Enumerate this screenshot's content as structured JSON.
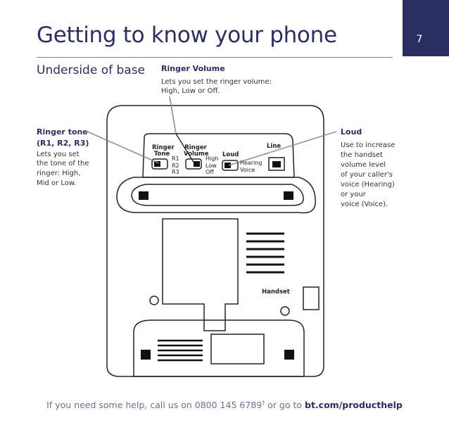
{
  "page": {
    "number": "7",
    "title": "Getting to know your phone",
    "section": "Underside of base"
  },
  "callouts": {
    "ringer_volume": {
      "title": "Ringer Volume",
      "text_line1": "Lets you set the ringer volume:",
      "text_line2": "High, Low or Off."
    },
    "ringer_tone": {
      "title_line1": "Ringer tone",
      "title_line2": "(R1, R2, R3)",
      "text": [
        "Lets you set",
        "the tone of the",
        "ringer: High,",
        "Mid or Low."
      ]
    },
    "loud": {
      "title": "Loud",
      "text": [
        "Use to increase",
        "the handset",
        "volume level",
        "of your caller's",
        "voice (Hearing)",
        "or your",
        "voice (Voice)."
      ]
    }
  },
  "device": {
    "ringer_tone_label_1": "Ringer",
    "ringer_tone_label_2": "Tone",
    "ringer_volume_label_1": "Ringer",
    "ringer_volume_label_2": "Volume",
    "tone_options": [
      "R1",
      "R2",
      "R3"
    ],
    "volume_options": [
      "High",
      "Low",
      "Off"
    ],
    "loud_label": "Loud",
    "loud_options": [
      "Hearing",
      "Voice"
    ],
    "line_label": "Line",
    "handset_label": "Handset"
  },
  "footer": {
    "text": "If you need some help, call us on 0800 145 6789",
    "dagger": "†",
    "or_go_to": " or go to ",
    "link": "bt.com/producthelp"
  },
  "colors": {
    "brand_navy": "#2b2e63",
    "footer_text": "#6b6f9a"
  }
}
